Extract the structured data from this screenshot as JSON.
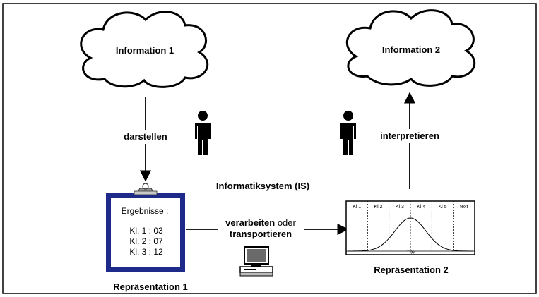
{
  "clouds": {
    "left": "Information 1",
    "right": "Information 2"
  },
  "arrows": {
    "left_label": "darstellen",
    "right_label": "interpretieren",
    "middle_line1_bold": "verarbeiten",
    "middle_line1_normal": " oder",
    "middle_line2": "transportieren"
  },
  "system_label": "Informatiksystem (IS)",
  "clipboard": {
    "heading": "Ergebnisse :",
    "lines": [
      "Kl. 1 : 03",
      "Kl. 2 : 07",
      "Kl. 3 : 12"
    ]
  },
  "chart": {
    "classes": [
      "Kl 1",
      "Kl 2",
      "Kl 3",
      "Kl 4",
      "Kl 5",
      "text"
    ],
    "axis_title": "Titel"
  },
  "representations": {
    "left": "Repräsentation 1",
    "right": "Repräsentation 2"
  },
  "colors": {
    "clipboard_border": "#1e2a8a",
    "line": "#000000"
  },
  "icons": [
    "cloud-icon",
    "person-icon",
    "clipboard-icon",
    "computer-icon"
  ]
}
